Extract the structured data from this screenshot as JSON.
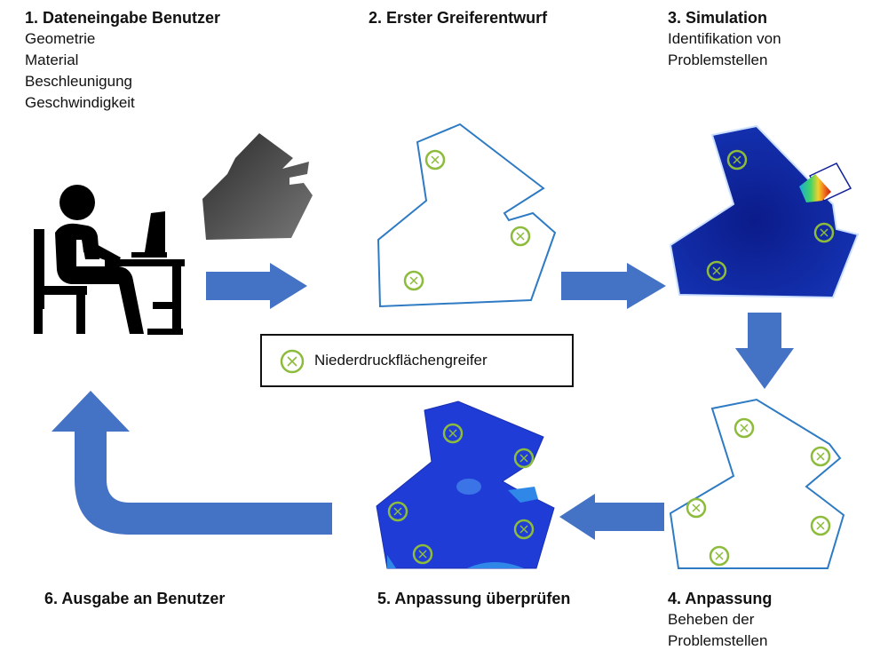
{
  "steps": [
    {
      "title": "1. Dateneingabe Benutzer",
      "lines": [
        "Geometrie",
        "Material",
        "Beschleunigung",
        "Geschwindigkeit"
      ]
    },
    {
      "title": "2. Erster Greiferentwurf",
      "lines": []
    },
    {
      "title": "3. Simulation",
      "lines": [
        "Identifikation von",
        "Problemstellen"
      ]
    },
    {
      "title": "4. Anpassung",
      "lines": [
        "Beheben der",
        "Problemstellen"
      ]
    },
    {
      "title": "5. Anpassung überprüfen",
      "lines": []
    },
    {
      "title": "6. Ausgabe an Benutzer",
      "lines": []
    }
  ],
  "legend": {
    "label": "Niederdruckflächengreifer",
    "icon": "gripper-circle-x-icon"
  },
  "colors": {
    "arrow": "#4472c4",
    "outline": "#2e7bc4",
    "gripper": "#8dbb3c",
    "sim_dark": "#10209a",
    "check_blue": "#1f3dd6",
    "solid_gray": "#555555"
  }
}
